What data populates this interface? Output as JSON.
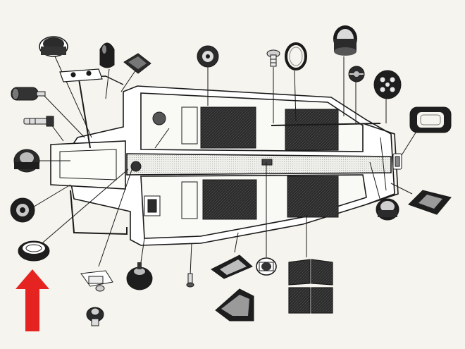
{
  "diagram": {
    "kind": "exploded-parts-view",
    "subject": "chassis-floor-pan-with-rubber-grommets-and-plugs",
    "style": "black-and-white-line-drawing",
    "text_labels": []
  },
  "highlight": {
    "shape": "arrow-up",
    "color": "#e52421",
    "points_to": "oval-grommet-bottom-left"
  },
  "colors": {
    "background": "#f6f4ee",
    "ink": "#1a1a1a",
    "dark_fill": "#2b2b2b",
    "mid_fill": "#8a8a8a",
    "paper": "#ffffff"
  },
  "parts": [
    "grommet-top-left",
    "rubber-knob",
    "square-pad",
    "bracket-assembly",
    "pedal-cluster",
    "round-plug-top",
    "nut-screw",
    "ring-seal",
    "large-sleeve",
    "split-grommet",
    "4-hole-disc",
    "handle-grip",
    "bolt",
    "round-plug-left",
    "oval-grommet-bottom-left",
    "rect-gasket-right",
    "square-bracket-right",
    "round-plug-right",
    "clip-bracket",
    "rubber-bump-stop",
    "screw-small",
    "pad-wedge",
    "hose-clamp",
    "floor-mats-set",
    "pedal-pad",
    "bolt-with-nut",
    "center-plug"
  ]
}
